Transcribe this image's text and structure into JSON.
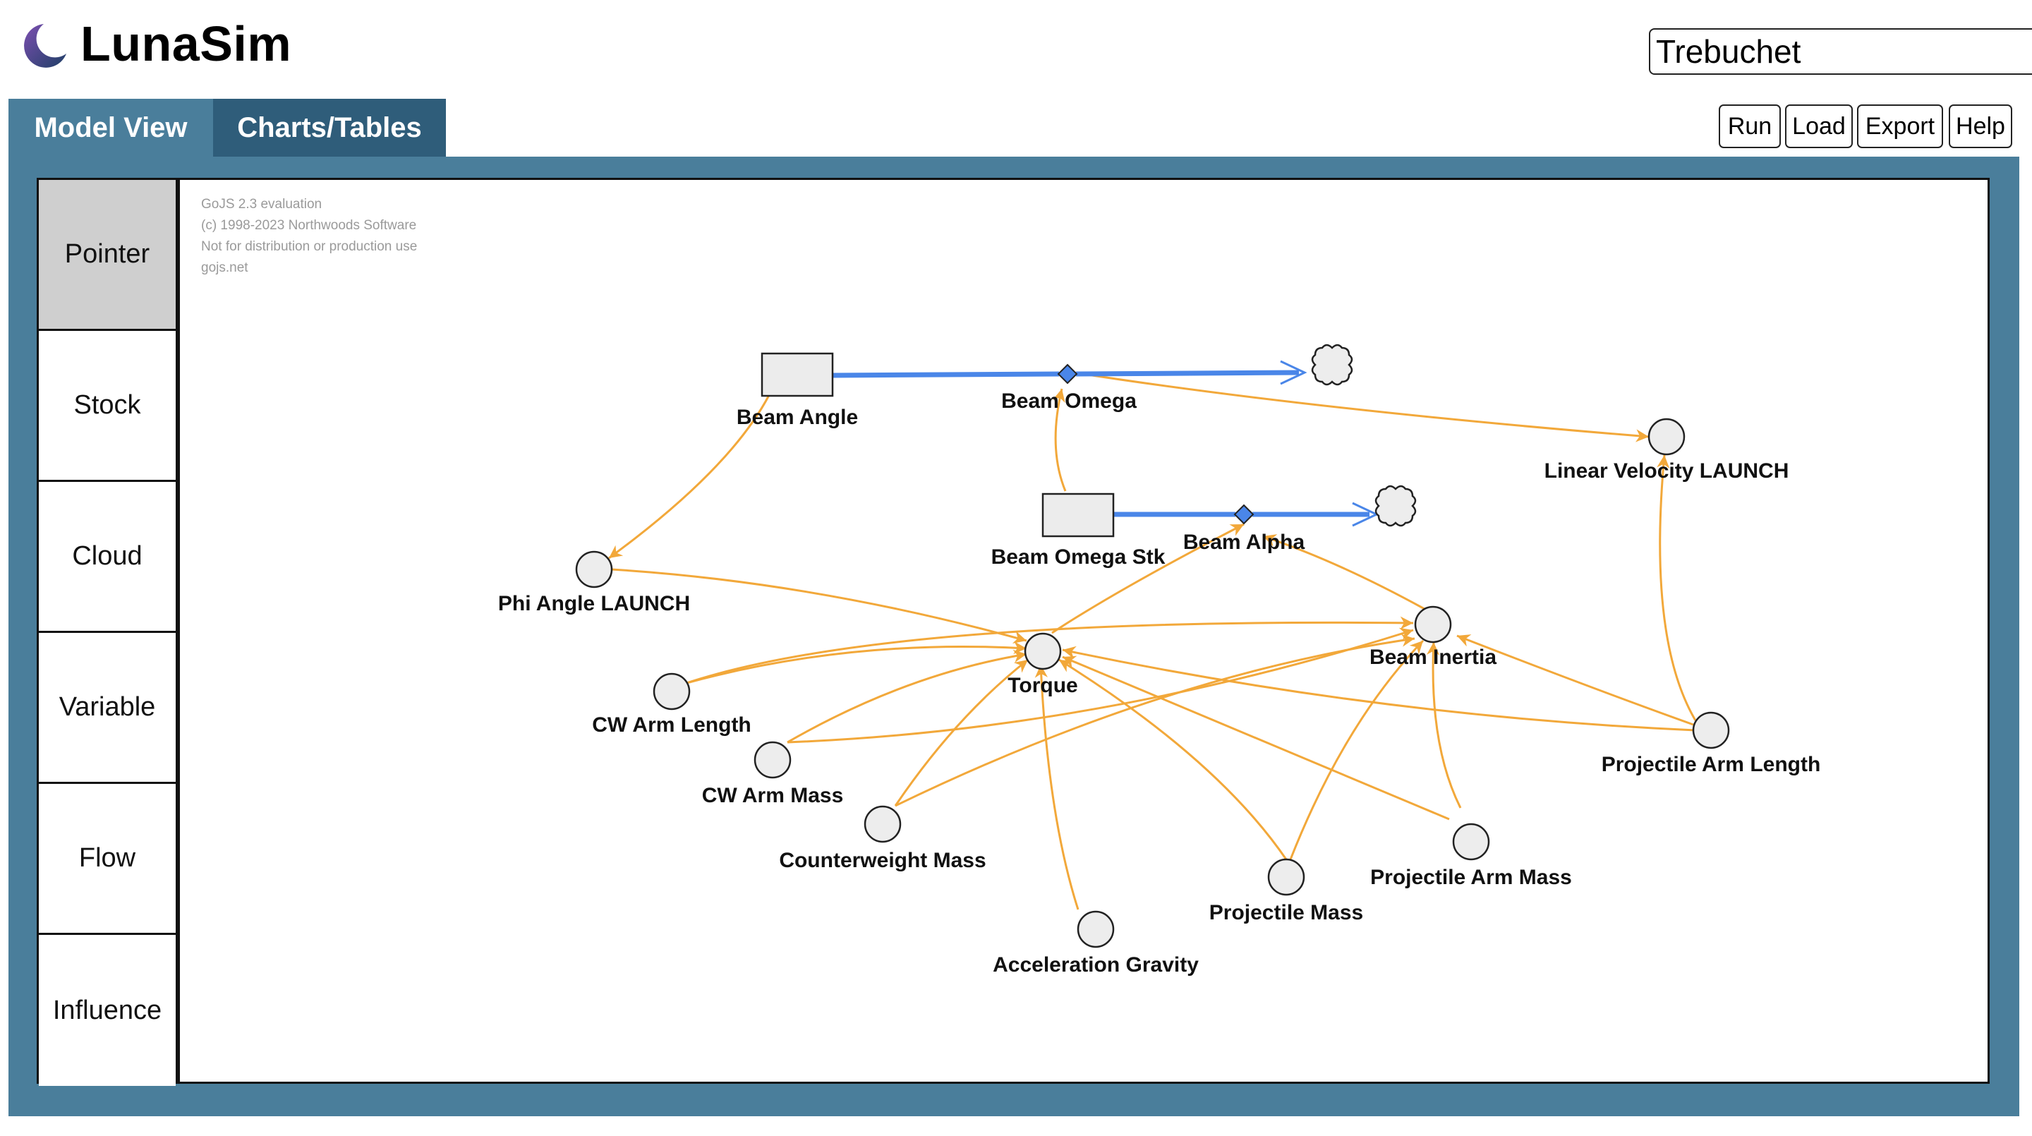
{
  "app": {
    "title": "LunaSim",
    "model_name": "Trebuchet",
    "brand_colors": {
      "logo_primary": "#1f3f66",
      "logo_secondary": "#7c4fb1",
      "frame": "#4a7e9b",
      "tab_dark": "#2f5d7a",
      "stock_flow": "#4a86e8",
      "influence": "#f2a83a"
    }
  },
  "tabs": [
    {
      "label": "Model View",
      "active": true
    },
    {
      "label": "Charts/Tables",
      "active": false
    }
  ],
  "toolbar": {
    "run": "Run",
    "load": "Load",
    "export": "Export",
    "help": "Help"
  },
  "toolbox": [
    {
      "label": "Pointer",
      "active": true
    },
    {
      "label": "Stock",
      "active": false
    },
    {
      "label": "Cloud",
      "active": false
    },
    {
      "label": "Variable",
      "active": false
    },
    {
      "label": "Flow",
      "active": false
    },
    {
      "label": "Influence",
      "active": false
    }
  ],
  "watermark": [
    "GoJS 2.3 evaluation",
    "(c) 1998-2023 Northwoods Software",
    "Not for distribution or production use",
    "gojs.net"
  ],
  "diagram": {
    "stocks": [
      "Beam Angle",
      "Beam Omega Stk"
    ],
    "flows": [
      "Beam Omega",
      "Beam Alpha"
    ],
    "variables": [
      "Linear Velocity LAUNCH",
      "Phi Angle LAUNCH",
      "Torque",
      "Beam Inertia",
      "CW Arm Length",
      "CW Arm Mass",
      "Counterweight Mass",
      "Projectile Arm Length",
      "Projectile Arm Mass",
      "Projectile Mass",
      "Acceleration Gravity"
    ],
    "influences": [
      {
        "from": "Beam Omega",
        "to": "Linear Velocity LAUNCH"
      },
      {
        "from": "Beam Angle",
        "to": "Phi Angle LAUNCH"
      },
      {
        "from": "Beam Omega Stk",
        "to": "Beam Omega"
      },
      {
        "from": "Phi Angle LAUNCH",
        "to": "Torque"
      },
      {
        "from": "Torque",
        "to": "Beam Alpha"
      },
      {
        "from": "Beam Inertia",
        "to": "Beam Alpha"
      },
      {
        "from": "CW Arm Length",
        "to": "Torque"
      },
      {
        "from": "CW Arm Length",
        "to": "Beam Inertia"
      },
      {
        "from": "CW Arm Mass",
        "to": "Torque"
      },
      {
        "from": "CW Arm Mass",
        "to": "Beam Inertia"
      },
      {
        "from": "Counterweight Mass",
        "to": "Torque"
      },
      {
        "from": "Counterweight Mass",
        "to": "Beam Inertia"
      },
      {
        "from": "Acceleration Gravity",
        "to": "Torque"
      },
      {
        "from": "Projectile Mass",
        "to": "Torque"
      },
      {
        "from": "Projectile Mass",
        "to": "Beam Inertia"
      },
      {
        "from": "Projectile Arm Mass",
        "to": "Torque"
      },
      {
        "from": "Projectile Arm Mass",
        "to": "Beam Inertia"
      },
      {
        "from": "Projectile Arm Length",
        "to": "Torque"
      },
      {
        "from": "Projectile Arm Length",
        "to": "Beam Inertia"
      },
      {
        "from": "Projectile Arm Length",
        "to": "Linear Velocity LAUNCH"
      }
    ]
  }
}
